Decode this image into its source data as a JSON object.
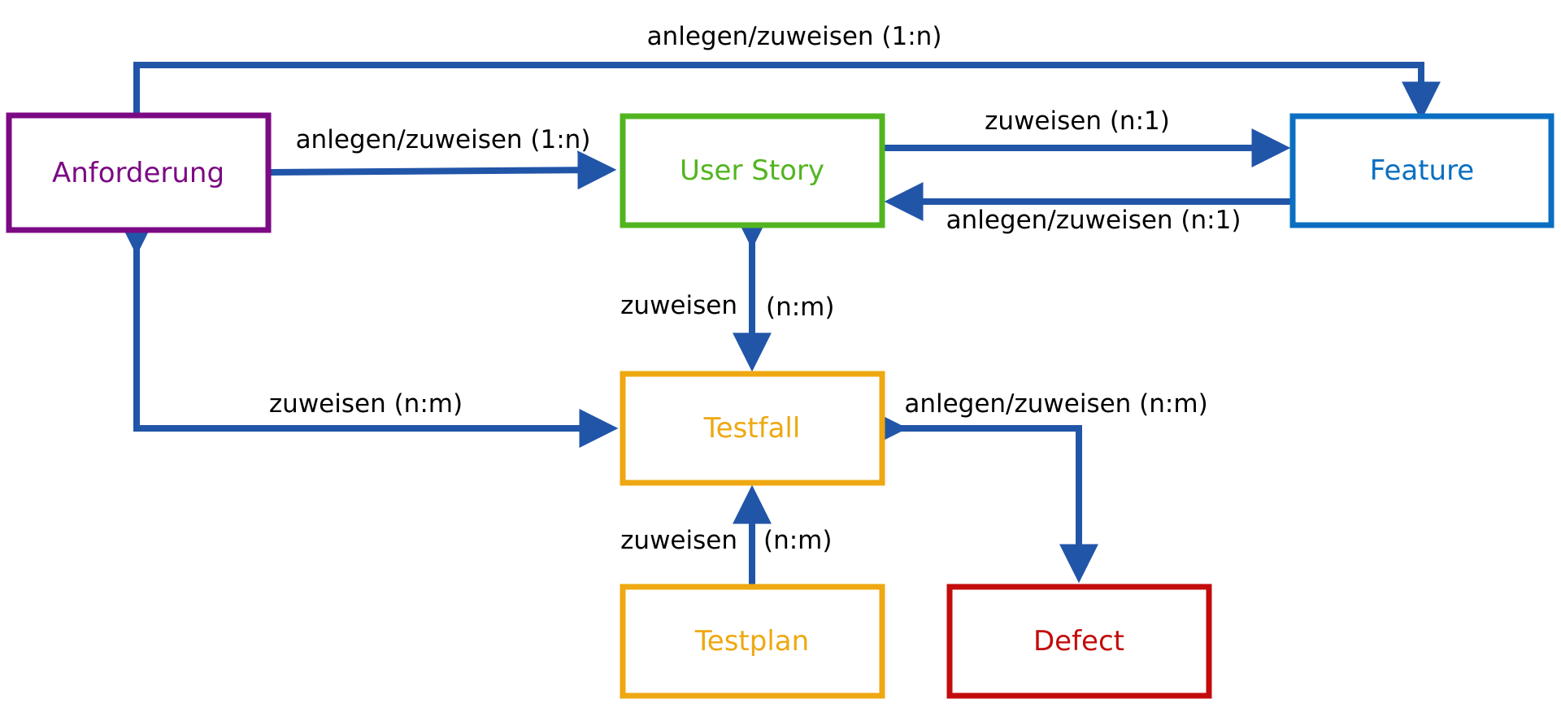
{
  "colors": {
    "arrow": "#2155a8",
    "anforderung": "#7b0a84",
    "user_story": "#52b520",
    "feature": "#0a6fc2",
    "testfall": "#eea811",
    "testplan": "#eea811",
    "defect": "#c30c0c"
  },
  "nodes": {
    "anforderung": "Anforderung",
    "user_story": "User Story",
    "feature": "Feature",
    "testfall": "Testfall",
    "testplan": "Testplan",
    "defect": "Defect"
  },
  "edges": {
    "anforderung_feature": "anlegen/zuweisen (1:n)",
    "anforderung_user_story": "anlegen/zuweisen (1:n)",
    "user_story_feature": "zuweisen (n:1)",
    "feature_user_story": "anlegen/zuweisen (n:1)",
    "user_story_testfall_verb": "zuweisen",
    "user_story_testfall_card": "(n:m)",
    "anforderung_testfall": "zuweisen (n:m)",
    "testfall_defect": "anlegen/zuweisen (n:m)",
    "testplan_testfall_verb": "zuweisen",
    "testplan_testfall_card": "(n:m)"
  }
}
